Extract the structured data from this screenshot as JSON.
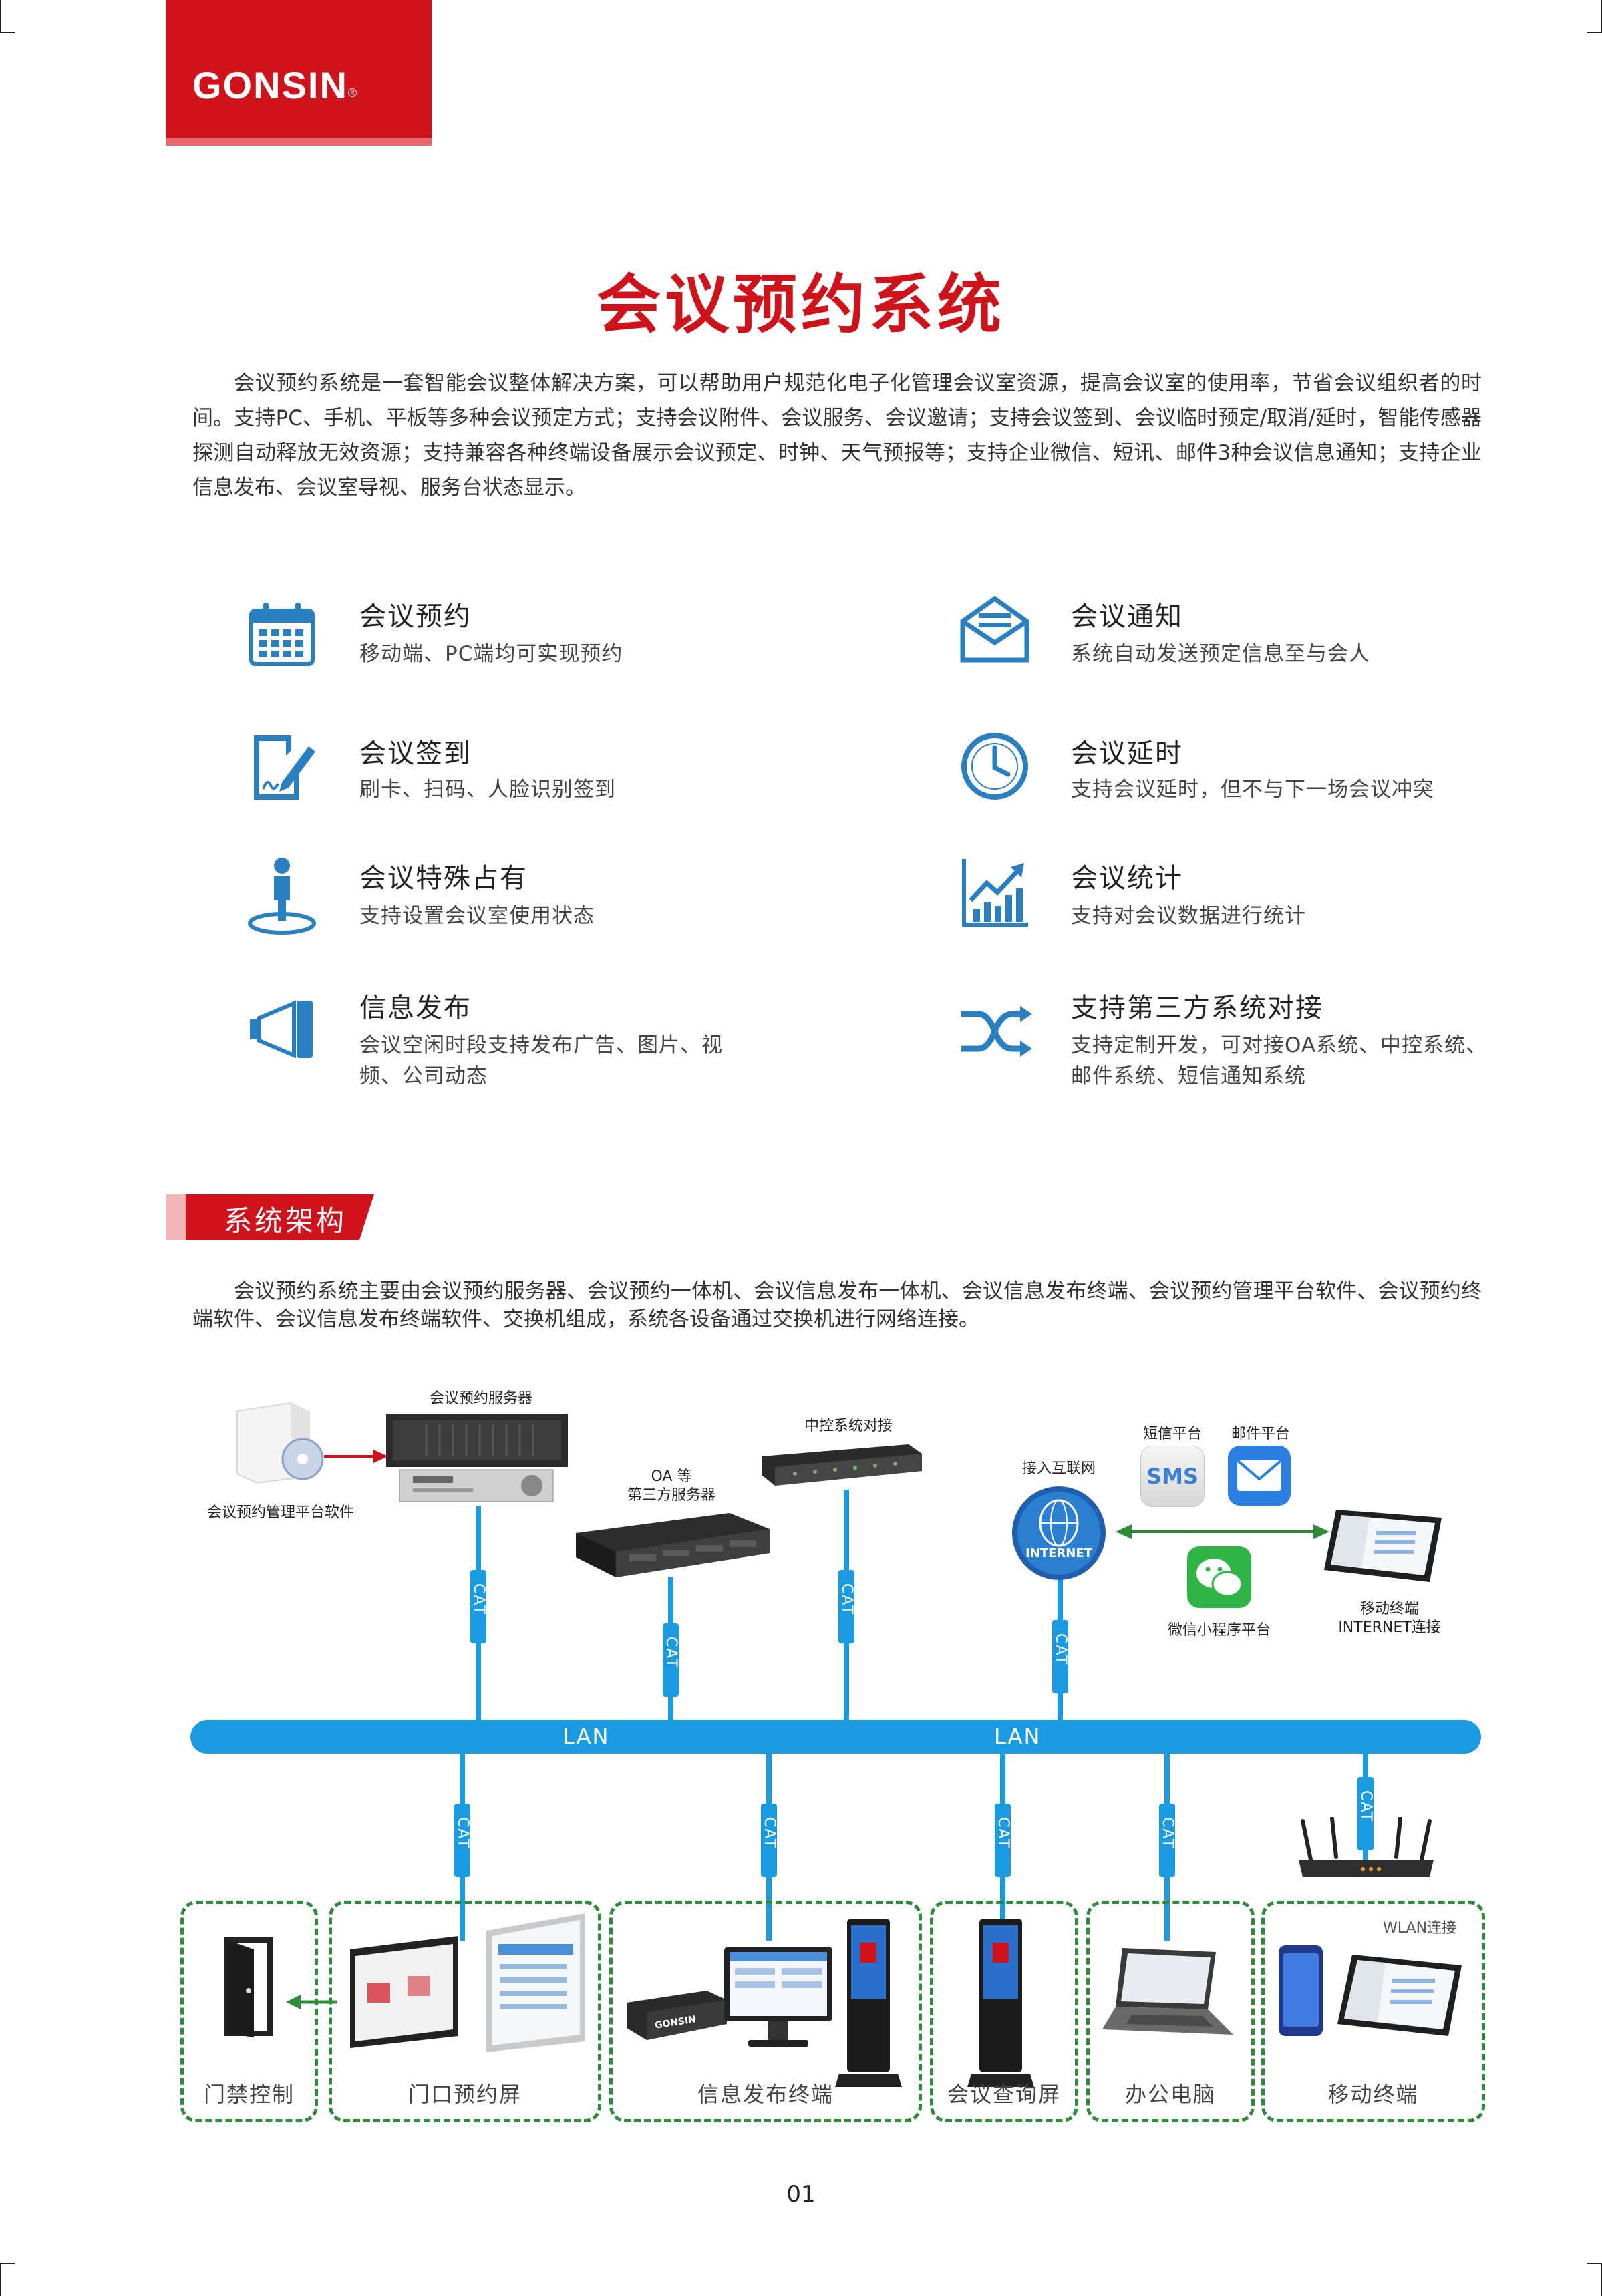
{
  "brand": {
    "name": "GONSIN",
    "reg_mark": "®"
  },
  "title": "会议预约系统",
  "intro": "会议预约系统是一套智能会议整体解决方案，可以帮助用户规范化电子化管理会议室资源，提高会议室的使用率，节省会议组织者的时间。支持PC、手机、平板等多种会议预定方式；支持会议附件、会议服务、会议邀请；支持会议签到、会议临时预定/取消/延时，智能传感器探测自动释放无效资源；支持兼容各种终端设备展示会议预定、时钟、天气预报等；支持企业微信、短讯、邮件3种会议信息通知；支持企业信息发布、会议室导视、服务台状态显示。",
  "features": [
    {
      "title": "会议预约",
      "desc": "移动端、PC端均可实现预约",
      "icon": "calendar-icon"
    },
    {
      "title": "会议通知",
      "desc": "系统自动发送预定信息至与会人",
      "icon": "mail-icon"
    },
    {
      "title": "会议签到",
      "desc": "刷卡、扫码、人脸识别签到",
      "icon": "sign-pen-icon"
    },
    {
      "title": "会议延时",
      "desc": "支持会议延时，但不与下一场会议冲突",
      "icon": "clock-icon"
    },
    {
      "title": "会议特殊占有",
      "desc": "支持设置会议室使用状态",
      "icon": "person-pin-icon"
    },
    {
      "title": "会议统计",
      "desc": "支持对会议数据进行统计",
      "icon": "chart-up-icon"
    },
    {
      "title": "信息发布",
      "desc": "会议空闲时段支持发布广告、图片、视频、公司动态",
      "icon": "megaphone-icon"
    },
    {
      "title": "支持第三方系统对接",
      "desc": "支持定制开发，可对接OA系统、中控系统、邮件系统、短信通知系统",
      "icon": "shuffle-icon"
    }
  ],
  "section": {
    "label": "系统架构"
  },
  "arch_text": "会议预约系统主要由会议预约服务器、会议预约一体机、会议信息发布一体机、会议信息发布终端、会议预约管理平台软件、会议预约终端软件、会议信息发布终端软件、交换机组成，系统各设备通过交换机进行网络连接。",
  "diagram": {
    "server": "会议预约服务器",
    "mgmt_software": "会议预约管理平台软件",
    "oa": "OA 等",
    "oa2": "第三方服务器",
    "central": "中控系统对接",
    "internet_access": "接入互联网",
    "internet_badge": "INTERNET",
    "sms_platform": "短信平台",
    "mail_platform": "邮件平台",
    "sms_badge": "SMS",
    "wechat": "微信小程序平台",
    "mobile1": "移动终端",
    "mobile2": "INTERNET连接",
    "lan": "LAN",
    "cat": "CAT",
    "wlan": "WLAN连接",
    "player_brand": "GONSIN",
    "groups": [
      "门禁控制",
      "门口预约屏",
      "信息发布终端",
      "会议查询屏",
      "办公电脑",
      "移动终端"
    ]
  },
  "page_number": "01",
  "colors": {
    "brand_red": "#d0121b",
    "icon_blue": "#2a7fc1",
    "lan_blue": "#1a9ae0",
    "dashed_green": "#2e8b3a"
  }
}
